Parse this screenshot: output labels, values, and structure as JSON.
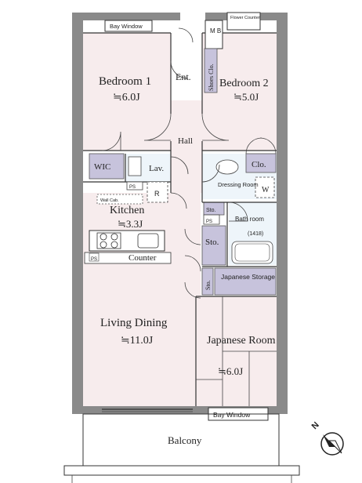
{
  "labels": {
    "bay_window_top": "Bay Window",
    "flower_counter": "Flower Counter",
    "mb": "M B",
    "ent": "Ent.",
    "shoes_clo": "Shoes Clo.",
    "bedroom1": "Bedroom 1",
    "bedroom1_size": "≒6.0J",
    "bedroom2": "Bedroom 2",
    "bedroom2_size": "≒5.0J",
    "hall": "Hall",
    "wic": "WIC",
    "lav": "Lav.",
    "clo": "Clo.",
    "dressing_room": "Dressing Room",
    "w": "W",
    "ps1": "PS",
    "r": "R",
    "wall_cab": "Wall Cab.",
    "kitchen": "Kitchen",
    "kitchen_size": "≒3.3J",
    "sto1": "Sto.",
    "ps2": "PS",
    "bathroom": "Bath room",
    "bathroom_size": "(1418)",
    "sto2": "Sto.",
    "counter": "Counter",
    "ps3": "PS",
    "sto3": "Sto.",
    "japanese_storage": "Japanese Storage",
    "living_dining": "Living Dining",
    "living_dining_size": "≒11.0J",
    "japanese_room": "Japanese Room",
    "japanese_room_size": "≒6.0J",
    "bay_window_bottom": "Bay Window",
    "balcony": "Balcony",
    "compass": "N"
  }
}
